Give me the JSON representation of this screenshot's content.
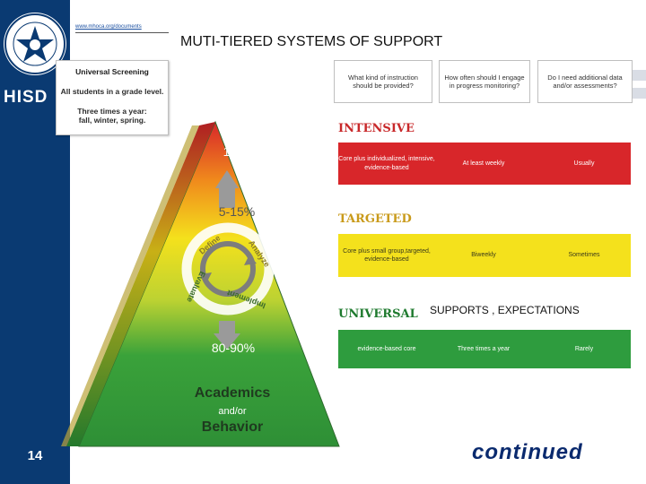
{
  "header": {
    "url": "www.mhoca.org/documents",
    "title": "MUTI-TIERED SYSTEMS OF SUPPORT"
  },
  "sidebar": {
    "logo_text": "HISD",
    "page_number": "14"
  },
  "screening_box": {
    "line1": "Universal Screening",
    "line2": "All students in a grade level.",
    "line3": "Three times a year:",
    "line4": "fall, winter, spring."
  },
  "questions": [
    "What kind of instruction should be provided?",
    "How often should I engage in progress monitoring?",
    "Do I need additional data and/or assessments?"
  ],
  "tiers": [
    {
      "name": "INTENSIVE",
      "instruction": "Core plus individualized, intensive, evidence-based",
      "frequency": "At least weekly",
      "assessment": "Usually",
      "color": "#d8262a"
    },
    {
      "name": "TARGETED",
      "instruction": "Core plus small group,targeted, evidence-based",
      "frequency": "Biweekly",
      "assessment": "Sometimes",
      "color": "#f4e11c"
    },
    {
      "name": "UNIVERSAL",
      "instruction": "evidence-based core",
      "frequency": "Three times a year",
      "assessment": "Rarely",
      "color": "#2e9c3e"
    }
  ],
  "pyramid": {
    "top_pct": "1-5%",
    "mid_pct": "5-15%",
    "cycle": [
      "Define",
      "Analyze",
      "Implement",
      "Evaluate"
    ],
    "base_pct": "80-90%",
    "base_line1": "Academics",
    "base_line2": "and/or",
    "base_line3": "Behavior"
  },
  "notes": {
    "supports": "SUPPORTS , EXPECTATIONS",
    "continued": "continued"
  }
}
